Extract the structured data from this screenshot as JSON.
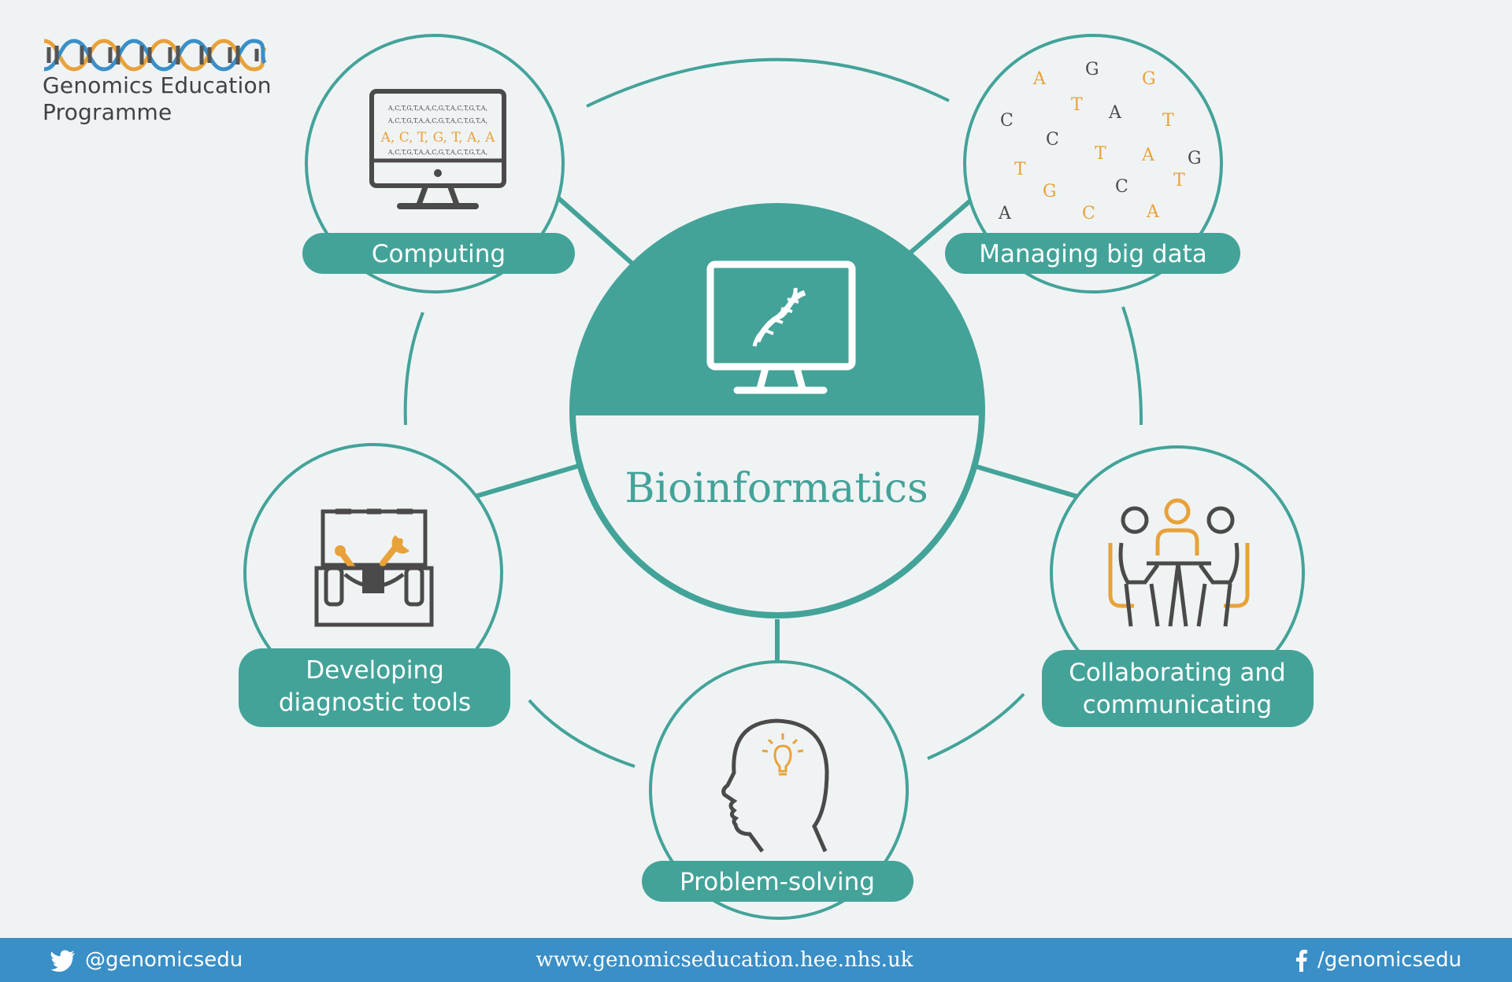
{
  "brand": {
    "name_line1": "Genomics Education",
    "name_line2": "Programme"
  },
  "center": {
    "title": "Bioinformatics",
    "icon": "dna-monitor-icon"
  },
  "nodes": {
    "computing": {
      "label": "Computing",
      "icon": "dna-sequence-monitor-icon",
      "screen_rows": [
        "A,C,T,G,T,A,A,C,G,T,A,C,T,G,T,A,",
        "A,C,T,G,T,A,A,C,G,T,A,C,T,G,T,A,",
        "A, C, T, G, T, A, A",
        "A,C,T,G,T,A,A,C,G,T,A,C,T,G,T,A,"
      ]
    },
    "big_data": {
      "label": "Managing big data",
      "icon": "scattered-bases-icon",
      "letters": [
        "A",
        "G",
        "G",
        "T",
        "A",
        "C",
        "T",
        "C",
        "T",
        "A",
        "G",
        "T",
        "C",
        "T",
        "G",
        "A",
        "C",
        "A"
      ]
    },
    "diagnostic": {
      "label_line1": "Developing",
      "label_line2": "diagnostic tools",
      "icon": "toolbox-icon"
    },
    "collaborating": {
      "label_line1": "Collaborating and",
      "label_line2": "communicating",
      "icon": "meeting-people-icon"
    },
    "problem": {
      "label": "Problem-solving",
      "icon": "head-lightbulb-icon"
    }
  },
  "footer": {
    "twitter": "@genomicsedu",
    "website": "www.genomicseducation.hee.nhs.uk",
    "facebook": "/genomicsedu"
  },
  "colors": {
    "teal": "#43a399",
    "orange": "#e8a23a",
    "grey": "#4a4a4a",
    "footer_blue": "#3a8fc7"
  }
}
